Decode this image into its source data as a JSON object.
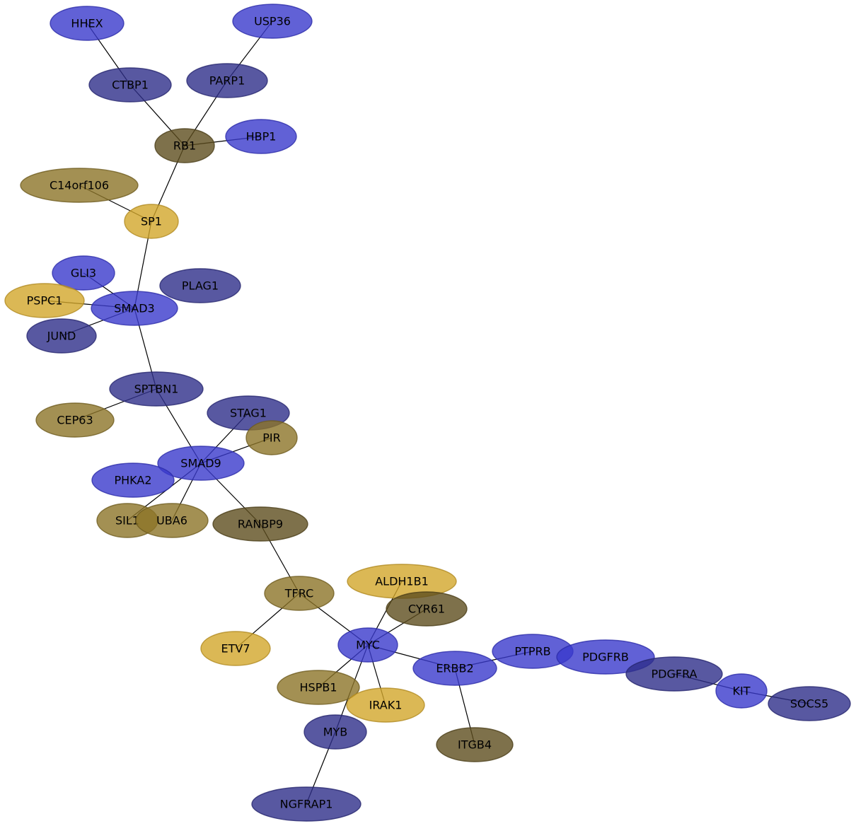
{
  "palette": {
    "blue": "#3a3acc",
    "blue_stroke": "#2a2aa8",
    "slate": "#2e2e8a",
    "slate_stroke": "#25256e",
    "gold": "#d2a62a",
    "gold_stroke": "#b08a20",
    "khaki": "#8c7428",
    "khaki_stroke": "#6e5b1e",
    "olive": "#5e4e1e",
    "olive_stroke": "#4a3d18"
  },
  "nodes": [
    {
      "id": "HHEX",
      "label": "HHEX",
      "color": "blue"
    },
    {
      "id": "USP36",
      "label": "USP36",
      "color": "blue"
    },
    {
      "id": "CTBP1",
      "label": "CTBP1",
      "color": "slate"
    },
    {
      "id": "PARP1",
      "label": "PARP1",
      "color": "slate"
    },
    {
      "id": "RB1",
      "label": "RB1",
      "color": "olive"
    },
    {
      "id": "HBP1",
      "label": "HBP1",
      "color": "blue"
    },
    {
      "id": "C14orf106",
      "label": "C14orf106",
      "color": "khaki"
    },
    {
      "id": "SP1",
      "label": "SP1",
      "color": "gold"
    },
    {
      "id": "GLI3",
      "label": "GLI3",
      "color": "blue"
    },
    {
      "id": "PLAG1",
      "label": "PLAG1",
      "color": "slate"
    },
    {
      "id": "PSPC1",
      "label": "PSPC1",
      "color": "gold"
    },
    {
      "id": "SMAD3",
      "label": "SMAD3",
      "color": "blue"
    },
    {
      "id": "JUND",
      "label": "JUND",
      "color": "slate"
    },
    {
      "id": "SPTBN1",
      "label": "SPTBN1",
      "color": "slate"
    },
    {
      "id": "CEP63",
      "label": "CEP63",
      "color": "khaki"
    },
    {
      "id": "STAG1",
      "label": "STAG1",
      "color": "slate"
    },
    {
      "id": "PIR",
      "label": "PIR",
      "color": "khaki"
    },
    {
      "id": "SMAD9",
      "label": "SMAD9",
      "color": "blue"
    },
    {
      "id": "PHKA2",
      "label": "PHKA2",
      "color": "blue"
    },
    {
      "id": "SIL1",
      "label": "SIL1",
      "color": "khaki"
    },
    {
      "id": "UBA6",
      "label": "UBA6",
      "color": "khaki"
    },
    {
      "id": "RANBP9",
      "label": "RANBP9",
      "color": "olive"
    },
    {
      "id": "ALDH1B1",
      "label": "ALDH1B1",
      "color": "gold"
    },
    {
      "id": "TFRC",
      "label": "TFRC",
      "color": "khaki"
    },
    {
      "id": "CYR61",
      "label": "CYR61",
      "color": "olive"
    },
    {
      "id": "ETV7",
      "label": "ETV7",
      "color": "gold"
    },
    {
      "id": "MYC",
      "label": "MYC",
      "color": "blue"
    },
    {
      "id": "PTPRB",
      "label": "PTPRB",
      "color": "blue"
    },
    {
      "id": "PDGFRB",
      "label": "PDGFRB",
      "color": "blue"
    },
    {
      "id": "ERBB2",
      "label": "ERBB2",
      "color": "blue"
    },
    {
      "id": "PDGFRA",
      "label": "PDGFRA",
      "color": "slate"
    },
    {
      "id": "HSPB1",
      "label": "HSPB1",
      "color": "khaki"
    },
    {
      "id": "KIT",
      "label": "KIT",
      "color": "blue"
    },
    {
      "id": "IRAK1",
      "label": "IRAK1",
      "color": "gold"
    },
    {
      "id": "SOCS5",
      "label": "SOCS5",
      "color": "slate"
    },
    {
      "id": "MYB",
      "label": "MYB",
      "color": "slate"
    },
    {
      "id": "ITGB4",
      "label": "ITGB4",
      "color": "olive"
    },
    {
      "id": "NGFRAP1",
      "label": "NGFRAP1",
      "color": "slate"
    }
  ],
  "edges": [
    [
      "HHEX",
      "CTBP1"
    ],
    [
      "CTBP1",
      "RB1"
    ],
    [
      "USP36",
      "PARP1"
    ],
    [
      "PARP1",
      "RB1"
    ],
    [
      "RB1",
      "HBP1"
    ],
    [
      "RB1",
      "SP1"
    ],
    [
      "C14orf106",
      "SP1"
    ],
    [
      "SP1",
      "SMAD3"
    ],
    [
      "GLI3",
      "SMAD3"
    ],
    [
      "PSPC1",
      "SMAD3"
    ],
    [
      "JUND",
      "SMAD3"
    ],
    [
      "SMAD3",
      "SPTBN1"
    ],
    [
      "CEP63",
      "SPTBN1"
    ],
    [
      "SPTBN1",
      "SMAD9"
    ],
    [
      "STAG1",
      "SMAD9"
    ],
    [
      "PIR",
      "SMAD9"
    ],
    [
      "SMAD9",
      "SIL1"
    ],
    [
      "SMAD9",
      "UBA6"
    ],
    [
      "SMAD9",
      "RANBP9"
    ],
    [
      "RANBP9",
      "TFRC"
    ],
    [
      "TFRC",
      "ETV7"
    ],
    [
      "TFRC",
      "MYC"
    ],
    [
      "MYC",
      "ALDH1B1"
    ],
    [
      "MYC",
      "CYR61"
    ],
    [
      "MYC",
      "ERBB2"
    ],
    [
      "MYC",
      "HSPB1"
    ],
    [
      "MYC",
      "IRAK1"
    ],
    [
      "MYC",
      "MYB"
    ],
    [
      "MYB",
      "NGFRAP1"
    ],
    [
      "ERBB2",
      "PTPRB"
    ],
    [
      "ERBB2",
      "ITGB4"
    ],
    [
      "PDGFRA",
      "KIT"
    ],
    [
      "KIT",
      "SOCS5"
    ]
  ]
}
